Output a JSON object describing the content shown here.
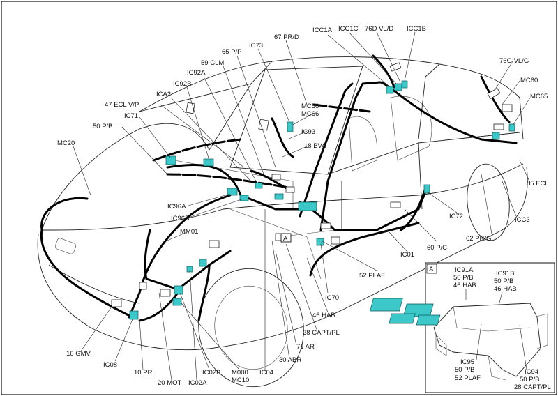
{
  "labels": {
    "icc1a": "ICC1A",
    "icc1c": "ICC1C",
    "vl_d": "76D VL/D",
    "icc1b": "ICC1B",
    "pr_d": "67 PR/D",
    "ic73": "IC73",
    "pp65": "65 P/P",
    "clm59": "59 CLM",
    "ic92a": "IC92A",
    "ic92b": "IC92B",
    "ica2": "ICA2",
    "ecl47": "47 ECL V/P",
    "ic71": "IC71",
    "pb50": "50 P/B",
    "mc20": "MC20",
    "mc50": "MC50",
    "mc66": "MC66",
    "ic93": "IC93",
    "bva18": "18 BVA",
    "vlg76": "76G VL/G",
    "mc60": "MC60",
    "mc65": "MC65",
    "ecl85": "85 ECL",
    "icc3": "ICC3",
    "prg62": "62 PR/G",
    "ic72": "IC72",
    "pc60": "60 P/C",
    "ic01": "IC01",
    "ic96a": "IC96A",
    "ic96b": "IC96B",
    "mm01": "MM01",
    "box_a": "A",
    "plaf52": "52 PLAF",
    "ic70": "IC70",
    "hab46": "46 HAB",
    "capt28": "28 CAPT/PL",
    "ar71": "71 AR",
    "abr30": "30 ABR",
    "gmv16": "16 GMV",
    "ic08": "IC08",
    "pr10": "10 PR",
    "mot20": "20 MOT",
    "ic02a": "IC02A",
    "ic02b": "IC02B",
    "m000": "M000",
    "mc10": "MC10",
    "ic04": "IC04"
  },
  "inset": {
    "title": "A",
    "ic91a": "IC91A",
    "ic91a_l1": "50 P/B",
    "ic91a_l2": "46 HAB",
    "ic91b": "IC91B",
    "ic91b_l1": "50 P/B",
    "ic91b_l2": "46 HAB",
    "ic95": "IC95",
    "ic95_l1": "50 P/B",
    "ic95_l2": "52 PLAF",
    "ic94": "IC94",
    "ic94_l1": "50 P/B",
    "ic94_l2": "28 CAPT/PL"
  },
  "colors": {
    "connector": "#3cc8c8",
    "harness": "#000000",
    "outline": "#222222"
  }
}
